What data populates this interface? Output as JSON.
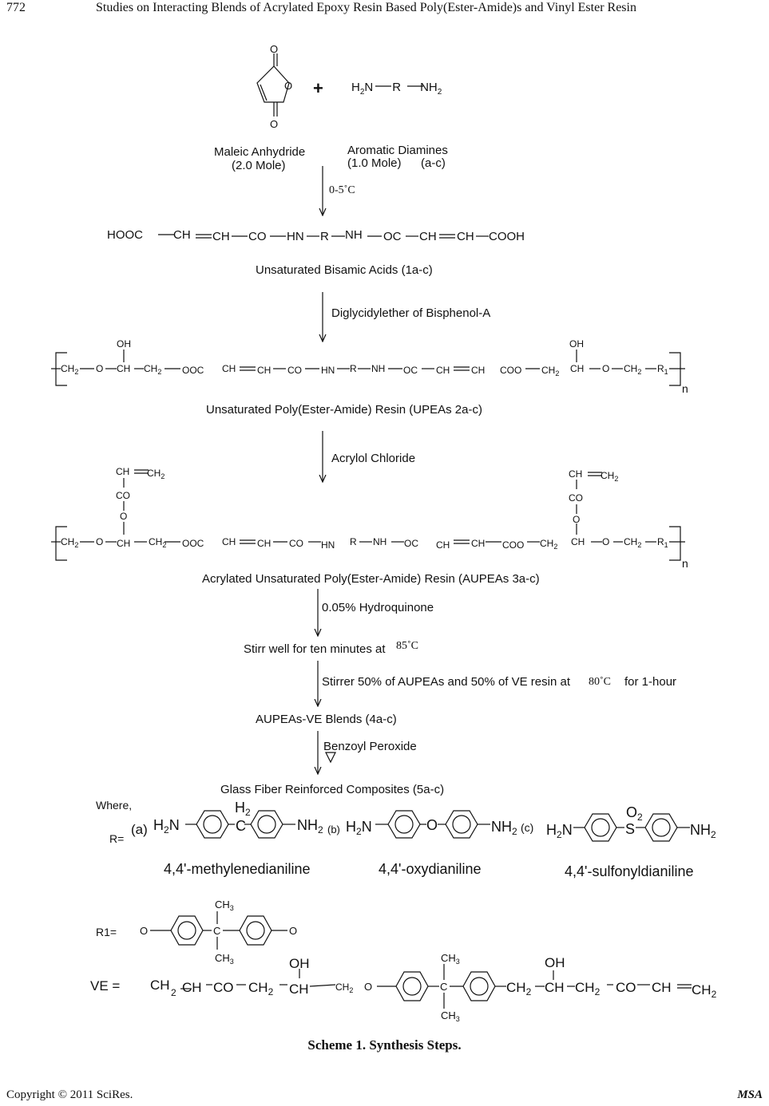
{
  "header": {
    "page_number": "772",
    "running_title": "Studies on Interacting Blends of Acrylated Epoxy Resin Based Poly(Ester-Amide)s and Vinyl Ester Resin"
  },
  "scheme": {
    "reactant1_label": "Maleic Anhydride",
    "reactant1_amount": "(2.0 Mole)",
    "reactant2_label": "Aromatic Diamines",
    "reactant2_amount": "(1.0 Mole)",
    "reactant2_code": "(a-c)",
    "plus": "+",
    "step1_condition": "0-5˚C",
    "bisamic_left": "HOOC",
    "bisamic_chain": "CH ═CH CO—HN  R  NH  OC  CH ═CH COOH",
    "product1_label": "Unsaturated Bisamic Acids (1a-c)",
    "step2_reagent": "Diglycidylether of Bisphenol-A",
    "product2_label": "Unsaturated Poly(Ester-Amide) Resin (UPEAs 2a-c)",
    "step3_reagent": "Acrylol Chloride",
    "product3_label": "Acrylated Unsaturated Poly(Ester-Amide) Resin (AUPEAs 3a-c)",
    "step4_reagent": "0.05% Hydroquinone",
    "step5_text": "Stirr well for ten minutes at",
    "step5_temp": "85˚C",
    "step6_text": "Stirrer 50% of AUPEAs and 50% of VE resin at",
    "step6_temp": "80˚C",
    "step6_time": "for 1-hour",
    "product4_label": "AUPEAs-VE Blends (4a-c)",
    "step7_reagent": "Benzoyl Peroxide",
    "product5_label": "Glass Fiber Reinforced Composites (5a-c)",
    "where_label": "Where,",
    "r_label": "R=",
    "r_a_code": "(a)",
    "r_b_code": "(b)",
    "r_c_code": "(c)",
    "r_a_name": "4,4'-methylenedianiline",
    "r_b_name": "4,4'-oxydianiline",
    "r_c_name": "4,4'-sulfonyldianiline",
    "r1_label": "R1=",
    "ve_label": "VE =",
    "repeat_n": "n"
  },
  "caption": "Scheme 1. Synthesis Steps.",
  "footer": {
    "copyright": "Copyright  ©  2011  SciRes.",
    "journal": "MSA"
  }
}
